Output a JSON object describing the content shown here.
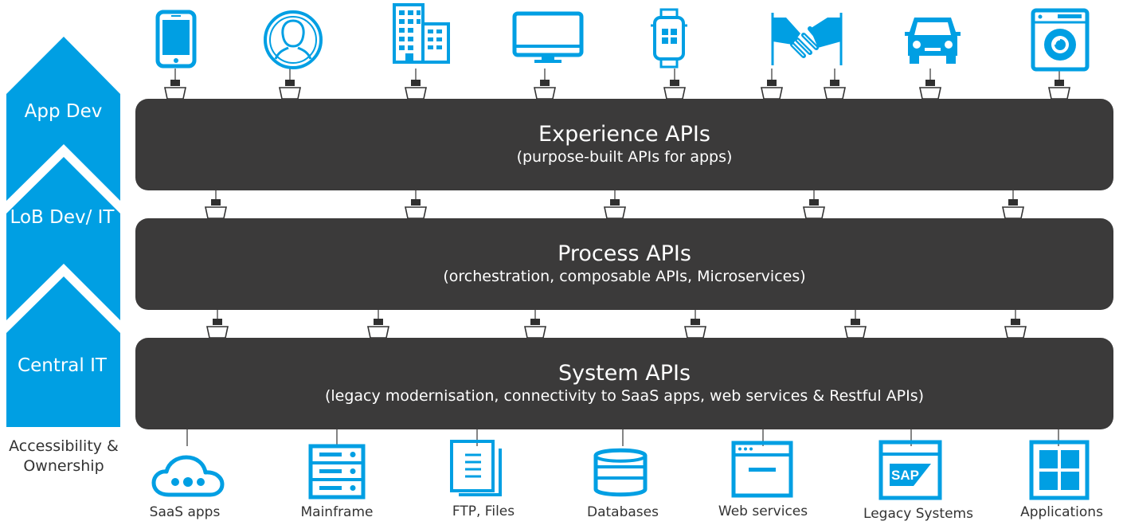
{
  "colors": {
    "accent": "#009fe3",
    "layer": "#3b3a3a",
    "text_dark": "#333333"
  },
  "accessibility": {
    "levels": [
      "App Dev",
      "LoB Dev/ IT",
      "Central IT"
    ],
    "axis_label": "Accessibility & Ownership"
  },
  "layers": {
    "experience": {
      "title": "Experience APIs",
      "subtitle": "(purpose-built APIs for apps)"
    },
    "process": {
      "title": "Process APIs",
      "subtitle": "(orchestration, composable APIs, Microservices)"
    },
    "system": {
      "title": "System APIs",
      "subtitle": "(legacy modernisation, connectivity to SaaS apps, web services & Restful APIs)"
    }
  },
  "consumers": [
    {
      "icon": "smartphone-icon"
    },
    {
      "icon": "person-icon"
    },
    {
      "icon": "office-building-icon"
    },
    {
      "icon": "desktop-monitor-icon"
    },
    {
      "icon": "smartwatch-icon"
    },
    {
      "icon": "handshake-icon"
    },
    {
      "icon": "car-icon"
    },
    {
      "icon": "washing-machine-icon"
    }
  ],
  "systems": [
    {
      "label": "SaaS apps",
      "icon": "cloud-icon"
    },
    {
      "label": "Mainframe",
      "icon": "server-icon"
    },
    {
      "label": "FTP, Files",
      "icon": "files-icon"
    },
    {
      "label": "Databases",
      "icon": "database-icon"
    },
    {
      "label": "Web services",
      "icon": "browser-window-icon"
    },
    {
      "label": "Legacy Systems",
      "icon": "sap-icon",
      "icon_text": "SAP"
    },
    {
      "label": "Applications",
      "icon": "applications-grid-icon"
    }
  ]
}
